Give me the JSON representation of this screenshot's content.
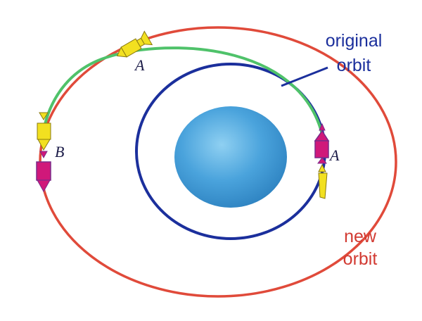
{
  "labels": {
    "original_orbit_line1": "original",
    "original_orbit_line2": "orbit",
    "new_orbit_line1": "new",
    "new_orbit_line2": "orbit",
    "point_a_top": "A",
    "point_a_right": "A",
    "point_b_left": "B"
  },
  "colors": {
    "planet": "#4aa3dc",
    "original_orbit": "#1b2f9c",
    "new_orbit": "#e04a3a",
    "transfer_orbit": "#4fc26a",
    "rocket_yellow": "#f2e020",
    "rocket_magenta": "#d0187a",
    "rocket_outline": "#7a2a8a",
    "label_blue": "#1b2f9c",
    "label_red": "#d23a32"
  }
}
